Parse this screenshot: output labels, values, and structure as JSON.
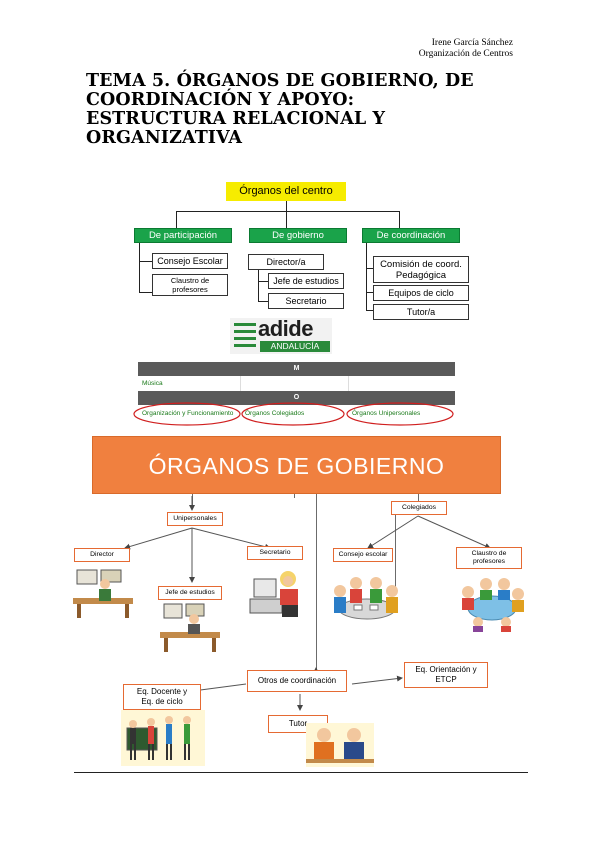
{
  "header": {
    "author": "Irene García Sánchez",
    "subject": "Organización de Centros"
  },
  "title": {
    "line1": "TEMA 5. ÓRGANOS DE GOBIERNO, DE",
    "line2": "COORDINACIÓN Y APOYO:",
    "line3": "ESTRUCTURA RELACIONAL Y",
    "line4": "ORGANIZATIVA"
  },
  "chart1": {
    "root": "Órganos del centro",
    "branches": [
      {
        "label": "De participación",
        "children": [
          "Consejo Escolar",
          "Claustro de profesores"
        ]
      },
      {
        "label": "De gobierno",
        "children": [
          "Director/a",
          "Jefe de estudios",
          "Secretario"
        ]
      },
      {
        "label": "De coordinación",
        "children": [
          "Comisión de coord. Pedagógica",
          "Equipos de ciclo",
          "Tutor/a"
        ]
      }
    ],
    "colors": {
      "root_bg": "#f6ec00",
      "branch_bg": "#1aa34a"
    }
  },
  "adide": {
    "logo_text": "adide",
    "logo_sub": "ANDALUCÍA"
  },
  "web_table": {
    "row1_header": "M",
    "row1_link": "Música",
    "row2_header": "O",
    "links": [
      "Organización y Funcionamiento",
      "Órganos Colegiados",
      "Órganos Unipersonales"
    ],
    "colors": {
      "header_bg": "#5a5a5a",
      "link": "#1a8a1a",
      "circle": "#d01f1f"
    }
  },
  "chart2": {
    "title": "ÓRGANOS DE GOBIERNO",
    "unipersonales": "Unipersonales",
    "colegiados": "Colegiados",
    "director": "Director",
    "secretario": "Secretario",
    "jefe": "Jefe de estudios",
    "consejo": "Consejo escolar",
    "claustro_l1": "Claustro de",
    "claustro_l2": "profesores",
    "otros": "Otros de coordinación",
    "orientacion_l1": "Eq. Orientación y",
    "orientacion_l2": "ETCP",
    "docente_l1": "Eq. Docente y",
    "docente_l2": "Eq. de ciclo",
    "tutor": "Tutor",
    "colors": {
      "title_bg": "#f0803f",
      "border": "#e56a33"
    }
  }
}
